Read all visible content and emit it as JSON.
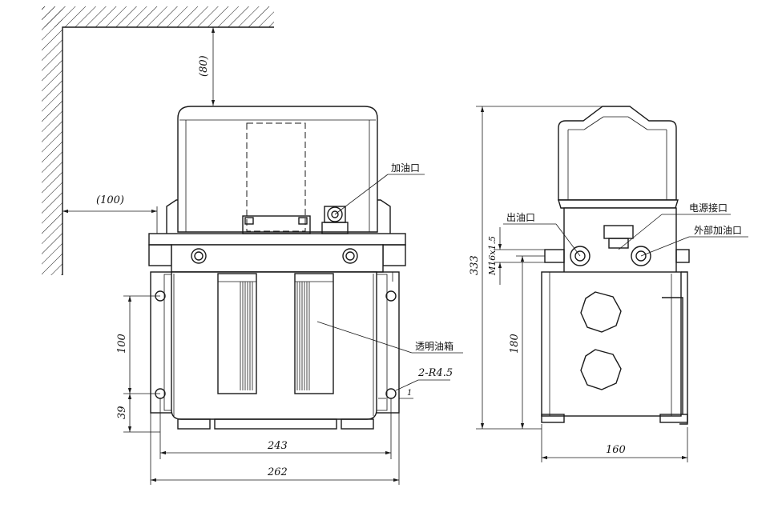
{
  "labels": {
    "refuel_port": "加油口",
    "oil_outlet": "出油口",
    "power_port": "电源接口",
    "external_refuel": "外部加油口",
    "transparent_tank": "透明油箱"
  },
  "dimensions": {
    "clearance_top": "(80)",
    "clearance_side": "(100)",
    "hole_spacing": "100",
    "hole_offset": "39",
    "width_inner": "243",
    "width_outer": "262",
    "hole_radius": "2-R4.5",
    "hole_small": "1",
    "height_total": "333",
    "thread": "M16x1.5",
    "height_body": "180",
    "depth": "160"
  }
}
